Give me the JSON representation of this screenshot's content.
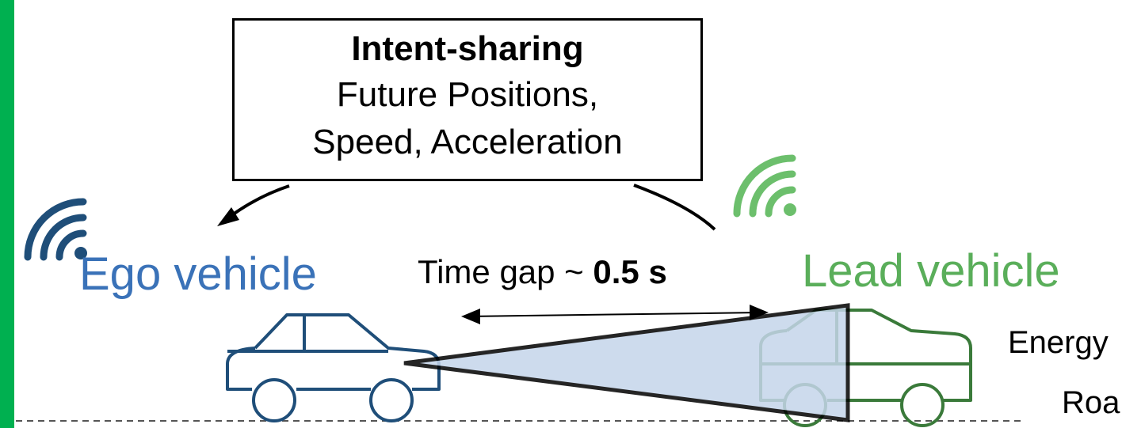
{
  "intent_box": {
    "title": "Intent-sharing",
    "line1": "Future Positions,",
    "line2": "Speed, Acceleration"
  },
  "ego": {
    "label": "Ego vehicle",
    "color": "#3a72b8",
    "car_color": "#1f4e79",
    "wifi_color": "#1f4e79"
  },
  "lead": {
    "label": "Lead vehicle",
    "color": "#5aae5a",
    "car_color": "#3a7a3a",
    "wifi_color": "#6cbf6c"
  },
  "time_gap": {
    "prefix": "Time gap ~ ",
    "value": "0.5 s"
  },
  "side_labels": {
    "energy": "Energy",
    "road": "Roa"
  },
  "colors": {
    "sensor_cone": "#c5d5ea",
    "accent_bar": "#00b050"
  }
}
